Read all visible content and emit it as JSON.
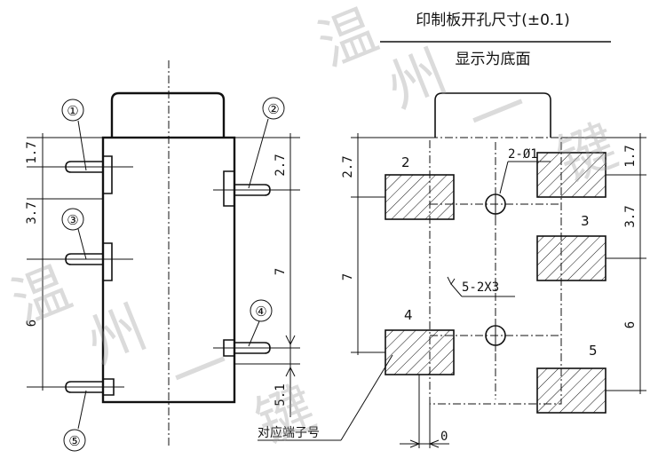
{
  "title_top": "印制板开孔尺寸(±0.1)",
  "title_bottom": "显示为底面",
  "left_view": {
    "pin_markers": [
      "①",
      "②",
      "③",
      "④",
      "⑤"
    ],
    "dims": [
      "1.7",
      "3.7",
      "6",
      "2.7",
      "7",
      "5.1"
    ]
  },
  "right_view": {
    "pad_numbers": [
      "2",
      "3",
      "4",
      "5"
    ],
    "hole_label": "2-Ø1",
    "slot_label": "5-2X3",
    "corresponding_pin_label": "对应端子号",
    "dims": [
      "2.7",
      "7",
      "1.7",
      "3.7",
      "6",
      "0"
    ]
  },
  "watermark": [
    "温",
    "州",
    "一",
    "键",
    "温",
    "州",
    "一",
    "键"
  ]
}
